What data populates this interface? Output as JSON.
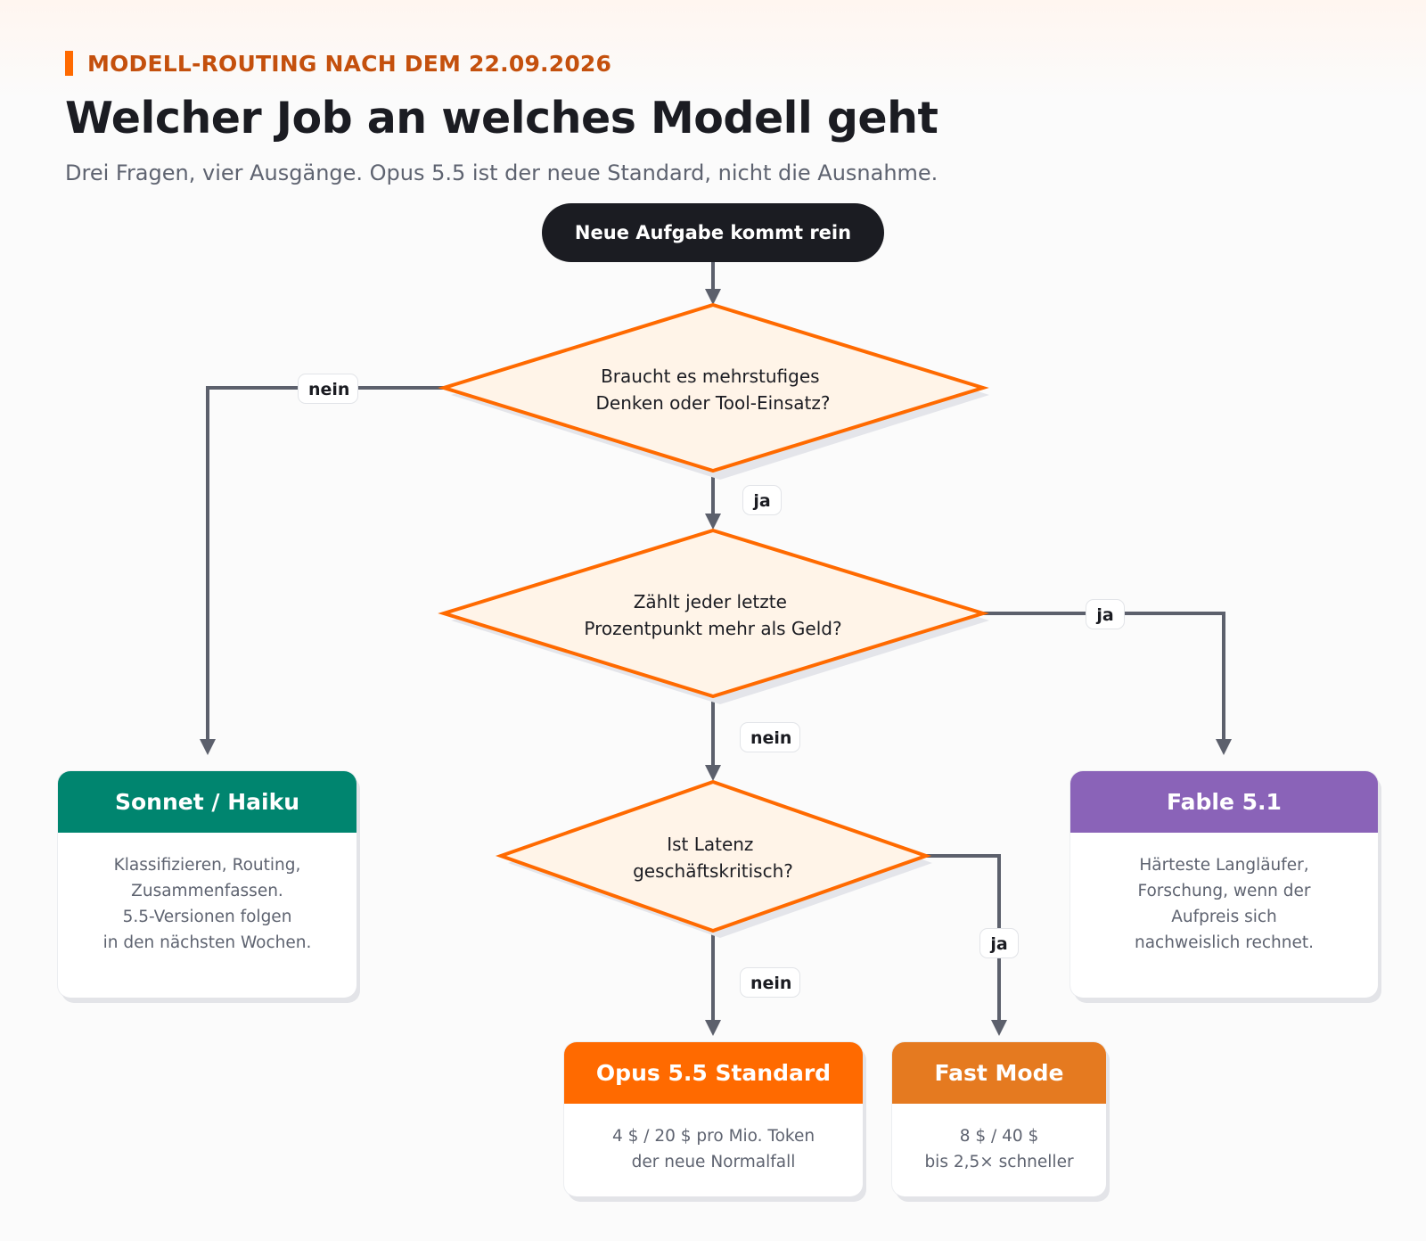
{
  "header": {
    "kicker": "MODELL-ROUTING NACH DEM 22.09.2026",
    "title": "Welcher Job an welches Modell geht",
    "subtitle": "Drei Fragen, vier Ausgänge. Opus 5.5 ist der neue Standard, nicht die Ausnahme."
  },
  "flow": {
    "start": "Neue Aufgabe kommt rein",
    "q1": [
      "Braucht es mehrstufiges",
      "Denken oder Tool-Einsatz?"
    ],
    "q2": [
      "Zählt jeder letzte",
      "Prozentpunkt mehr als Geld?"
    ],
    "q3": [
      "Ist Latenz",
      "geschäftskritisch?"
    ],
    "labels": {
      "q1_no": "nein",
      "q1_yes": "ja",
      "q2_yes": "ja",
      "q2_no": "nein",
      "q3_yes": "ja",
      "q3_no": "nein"
    }
  },
  "outcomes": {
    "sonnet": {
      "title": "Sonnet / Haiku",
      "lines": [
        "Klassifizieren, Routing,",
        "Zusammenfassen.",
        "5.5-Versionen folgen",
        "in den nächsten Wochen."
      ],
      "color": "#00856f"
    },
    "fable": {
      "title": "Fable 5.1",
      "lines": [
        "Härteste Langläufer,",
        "Forschung, wenn der",
        "Aufpreis sich",
        "nachweislich rechnet."
      ],
      "color": "#8a63b8"
    },
    "opus": {
      "title": "Opus 5.5 Standard",
      "lines": [
        "4 $ / 20 $ pro Mio. Token",
        "der neue Normalfall"
      ],
      "color": "#ff6a00"
    },
    "fast": {
      "title": "Fast Mode",
      "lines": [
        "8 $ / 40 $",
        "bis 2,5× schneller"
      ],
      "color": "#e57a20"
    }
  },
  "colors": {
    "accent": "#ff6a00",
    "diamond_fill": "#fff4e8",
    "connector": "#5c606c",
    "start_fill": "#1b1c22"
  }
}
